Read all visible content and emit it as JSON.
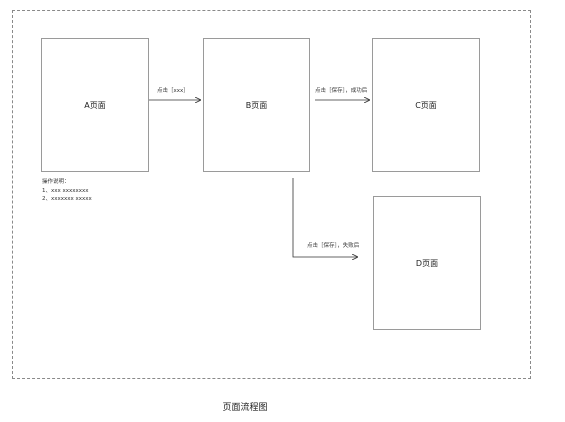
{
  "boxes": {
    "a": "A页面",
    "b": "B页面",
    "c": "C页面",
    "d": "D页面"
  },
  "arrows": {
    "a_to_b": "点击［xxx］",
    "b_to_c": "点击［保存］，成功后",
    "b_to_d": "点击［保存］，失败后"
  },
  "notes": {
    "title": "操作说明：",
    "items": [
      "1、xxx xxxxxxxx",
      "2、xxxxxxx  xxxxx"
    ]
  },
  "caption": "页面流程图",
  "colors": {
    "border": "#9a9a9a",
    "dashed_frame": "#8a8a8a",
    "line": "#333333"
  }
}
